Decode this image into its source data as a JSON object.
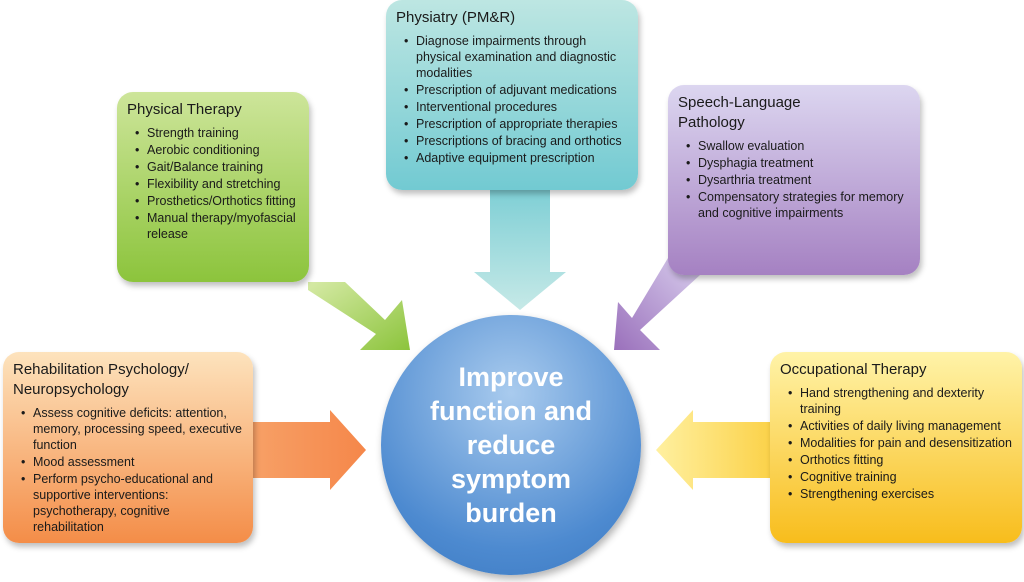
{
  "center": {
    "text": "Improve function and reduce symptom burden"
  },
  "boxes": {
    "physical_therapy": {
      "title": "Physical Therapy",
      "items": [
        "Strength training",
        "Aerobic conditioning",
        "Gait/Balance training",
        "Flexibility and stretching",
        "Prosthetics/Orthotics fitting",
        "Manual therapy/myofascial release"
      ]
    },
    "physiatry": {
      "title": "Physiatry (PM&R)",
      "items": [
        "Diagnose impairments through physical examination and diagnostic modalities",
        "Prescription of adjuvant medications",
        "Interventional procedures",
        "Prescription of appropriate therapies",
        "Prescriptions of bracing and orthotics",
        "Adaptive equipment prescription"
      ]
    },
    "speech": {
      "title": "Speech-Language Pathology",
      "items": [
        "Swallow evaluation",
        "Dysphagia treatment",
        "Dysarthria treatment",
        "Compensatory strategies for memory and cognitive impairments"
      ]
    },
    "psychology": {
      "title": "Rehabilitation Psychology/ Neuropsychology",
      "items": [
        "Assess cognitive deficits: attention, memory, processing speed, executive function",
        "Mood assessment",
        "Perform psycho-educational and supportive interventions: psychotherapy, cognitive rehabilitation"
      ]
    },
    "occupational": {
      "title": "Occupational Therapy",
      "items": [
        "Hand strengthening and dexterity training",
        "Activities of daily living management",
        "Modalities for pain and desensitization",
        "Orthotics fitting",
        "Cognitive training",
        "Strengthening exercises"
      ]
    }
  },
  "colors": {
    "green": "#8cc43c",
    "teal": "#72cad2",
    "purple": "#a581c2",
    "orange": "#f48d48",
    "yellow": "#f8bd1c",
    "blue": "#4d8ad0"
  }
}
